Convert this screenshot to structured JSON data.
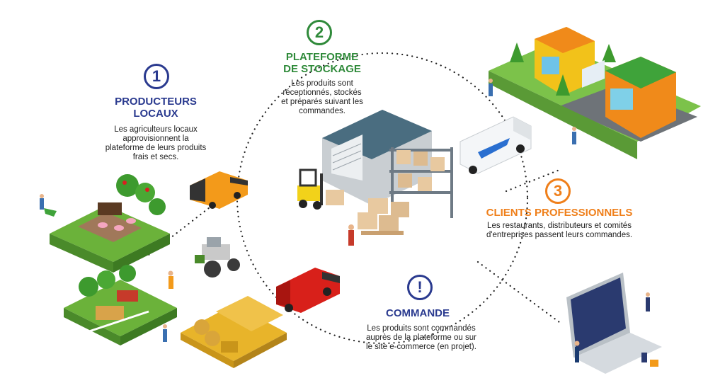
{
  "colors": {
    "producers": "#2a3a8f",
    "platform": "#2f8a3a",
    "clients": "#ef7f1a",
    "order": "#2a3a8f",
    "dots": "#222222"
  },
  "step1": {
    "number": "1",
    "title_line1": "PRODUCTEURS",
    "title_line2": "LOCAUX",
    "desc_line1": "Les agriculteurs locaux",
    "desc_line2": "approvisionnent la",
    "desc_line3": "plateforme de leurs produits",
    "desc_line4": "frais et secs."
  },
  "step2": {
    "number": "2",
    "title_line1": "PLATEFORME",
    "title_line2": "DE STOCKAGE",
    "desc_line1": "Les produits sont",
    "desc_line2": "réceptionnés, stockés",
    "desc_line3": "et préparés suivant les",
    "desc_line4": "commandes."
  },
  "step3": {
    "number": "3",
    "title": "CLIENTS PROFESSIONNELS",
    "desc_line1": "Les restaurants, distributeurs et comités",
    "desc_line2": "d'entreprises passent leurs commandes."
  },
  "order": {
    "number": "!",
    "title": "COMMANDE",
    "desc_line1": "Les produits sont commandés",
    "desc_line2": "auprès de la plateforme ou sur",
    "desc_line3": "le site e-commerce (en projet)."
  },
  "illustrations": [
    "farm-pigs-icon",
    "farmer-wheelbarrow-icon",
    "van-orange-icon",
    "tractor-icon",
    "orchard-icon",
    "wheat-field-icon",
    "warehouse-icon",
    "forklift-icon",
    "crates-icon",
    "truck-white-icon",
    "van-red-icon",
    "shops-icon",
    "laptop-shop-icon"
  ]
}
